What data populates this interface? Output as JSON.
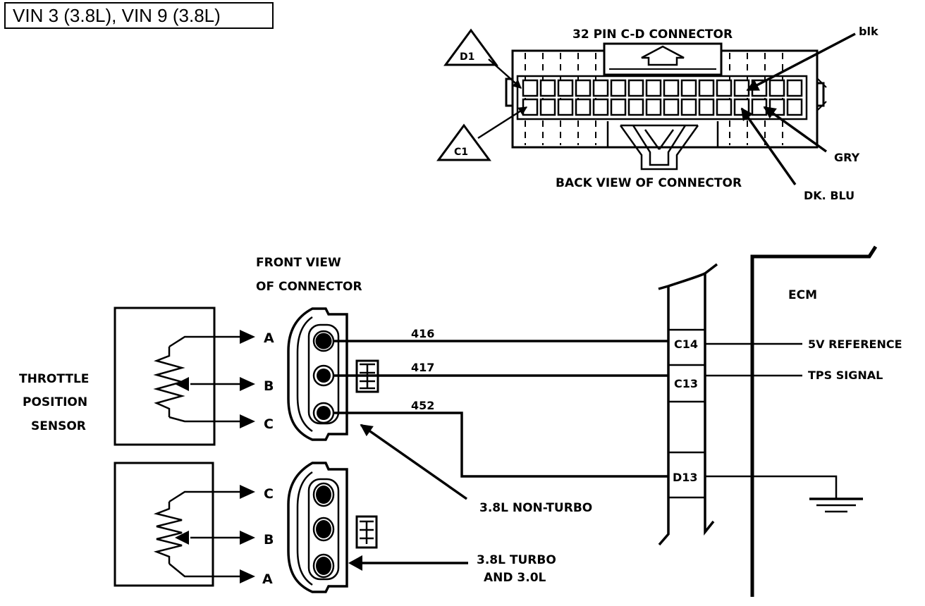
{
  "title": "VIN 3 (3.8L), VIN 9 (3.8L)",
  "cd_connector": {
    "title": "32 PIN C-D  CONNECTOR",
    "subtitle": "BACK VIEW OF CONNECTOR",
    "callouts": [
      "D1",
      "C1"
    ],
    "wire_colors": [
      "blk",
      "GRY",
      "DK. BLU"
    ]
  },
  "tps": {
    "label_lines": [
      "THROTTLE",
      "POSITION",
      "SENSOR"
    ],
    "front_view_lines": [
      "FRONT VIEW",
      "OF CONNECTOR"
    ],
    "upper_pins": [
      "A",
      "B",
      "C"
    ],
    "lower_pins": [
      "C",
      "B",
      "A"
    ],
    "variant_upper": "3.8L NON-TURBO",
    "variant_lower_lines": [
      "3.8L TURBO",
      "AND 3.0L"
    ]
  },
  "circuits": [
    {
      "wire": "416",
      "ecm_pin": "C14",
      "signal": "5V REFERENCE"
    },
    {
      "wire": "417",
      "ecm_pin": "C13",
      "signal": "TPS SIGNAL"
    },
    {
      "wire": "452",
      "ecm_pin": "D13",
      "signal": ""
    }
  ],
  "ecm_label": "ECM"
}
